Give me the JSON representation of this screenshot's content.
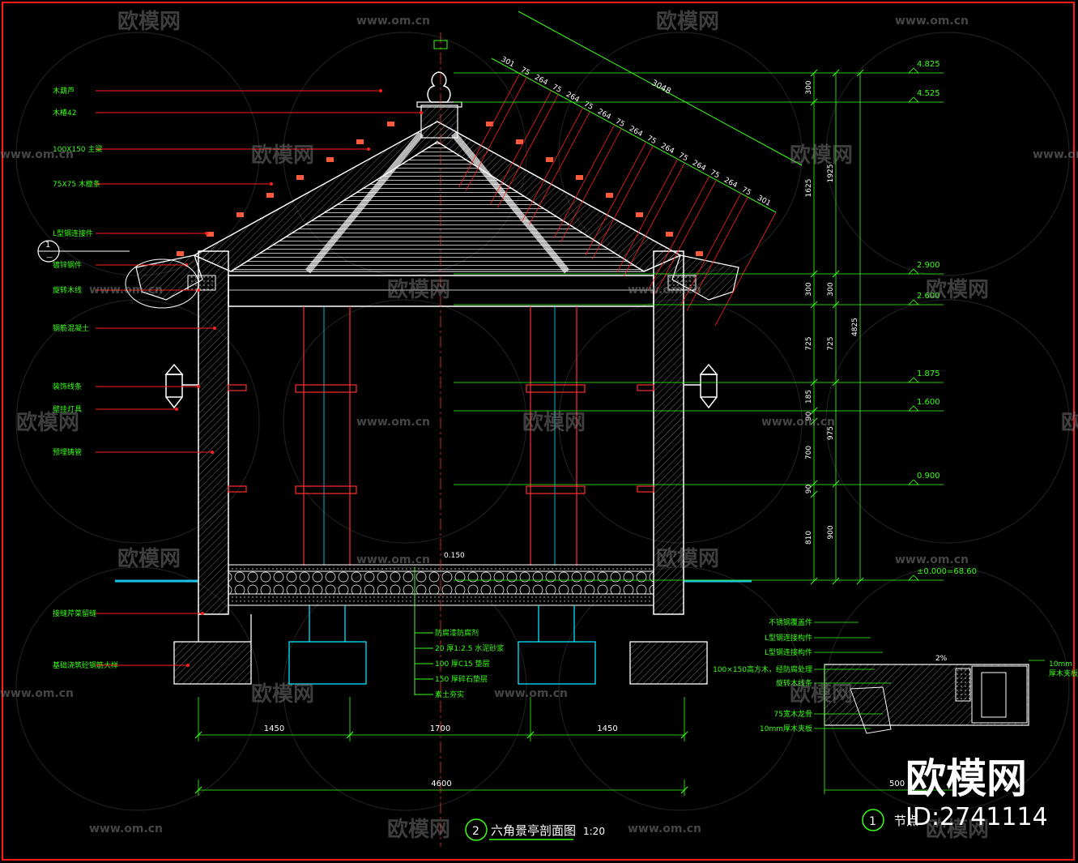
{
  "watermark": {
    "brand": "欧模网",
    "url": "www.om.cn"
  },
  "logo": {
    "text": "欧模网",
    "id": "ID:2741114"
  },
  "title": {
    "number": "2",
    "text": "六角景亭剖面图",
    "scale": "1:20"
  },
  "detail_title": {
    "number": "1",
    "text": "节点"
  },
  "left_labels": [
    "木葫芦",
    "木椿42",
    "100X150 主梁",
    "75X75 木檩条",
    "L型钢连接件",
    "镀锌钢件",
    "旋转木线",
    "钢筋混凝土",
    "装饰线条",
    "壁挂灯具",
    "预埋铸管",
    "接缝芹菜留缝",
    "基础浇筑砼钢筋大样"
  ],
  "layer_labels": [
    "防腐漆防腐剂",
    "20 厚1:2.5 水泥砂浆",
    "100 厚C15 垫层",
    "150 厚碎石垫层",
    "素土夯实"
  ],
  "detail_labels": [
    "不锈钢覆盖件",
    "L型钢连接构件",
    "L型钢连接构件",
    "100×150高方木，经防腐处理",
    "旋转木线条",
    "75宽木龙骨",
    "10mm厚木夹板"
  ],
  "detail_right": [
    "10mm",
    "厚木夹板"
  ],
  "detail_dims": {
    "slope": "2%",
    "width": "500"
  },
  "elevations": [
    "4.825",
    "4.525",
    "2.900",
    "2.600",
    "1.875",
    "1.600",
    "0.900",
    "±0.000=68.60"
  ],
  "floor_mark": "0.150",
  "roof_dims": [
    "301",
    "75",
    "264",
    "75",
    "264",
    "75",
    "264",
    "75",
    "264",
    "75",
    "264",
    "75",
    "264",
    "75",
    "264",
    "75",
    "301"
  ],
  "roof_total": "3048",
  "vdims_a": [
    "300",
    "1625",
    "300",
    "725",
    "185",
    "90",
    "700",
    "90",
    "810"
  ],
  "vdims_b": [
    "1925",
    "300",
    "725",
    "975",
    "900"
  ],
  "vdims_c": [
    "4825"
  ],
  "hdims": [
    "1450",
    "1700",
    "1450"
  ],
  "hdim_total": "4600",
  "colors": {
    "dim": "#39ff14",
    "leader": "#ff2020",
    "structure": "#ffffff",
    "cyan": "#00e5ff",
    "frame": "#ff1a1a",
    "ground": "#19c2e6"
  }
}
